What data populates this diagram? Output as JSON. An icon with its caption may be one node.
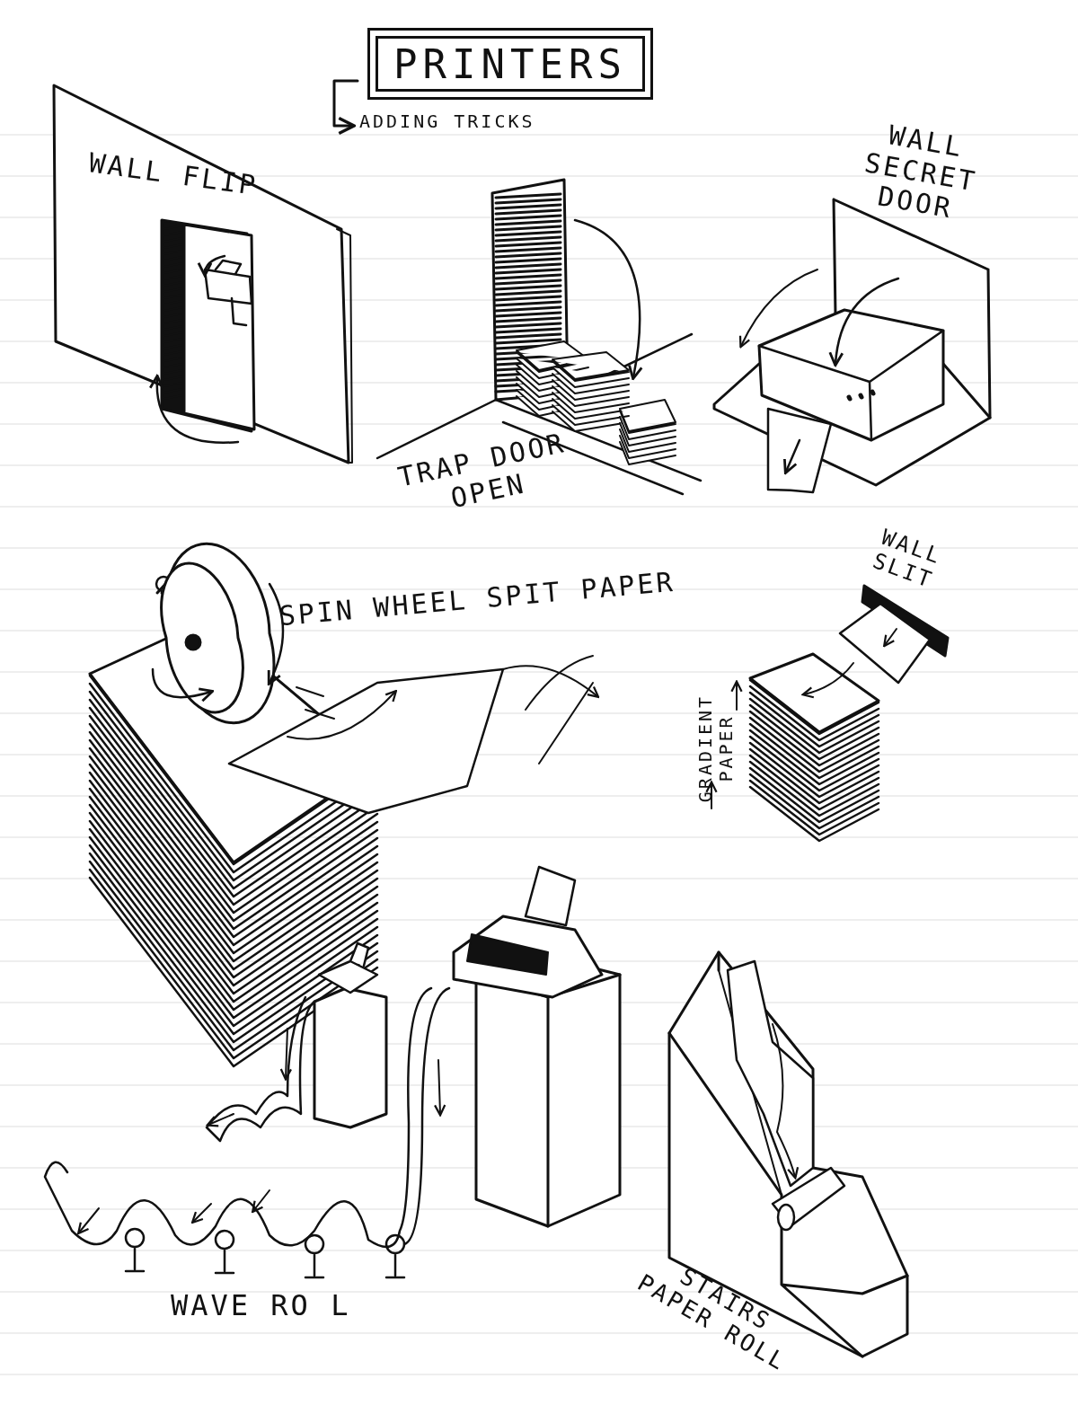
{
  "diagram": {
    "title": "PRINTERS",
    "labels": [
      "ADDING TRICKS",
      "WALL FLIP",
      "WALL SECRET DOOR",
      "TRAP DOOR OPEN",
      "SPIN WHEEL SPIT PAPER",
      "WALL SLIT",
      "GRADIENT PAPER",
      "WAVE RO L",
      "STAIRS PAPER ROLL"
    ]
  }
}
